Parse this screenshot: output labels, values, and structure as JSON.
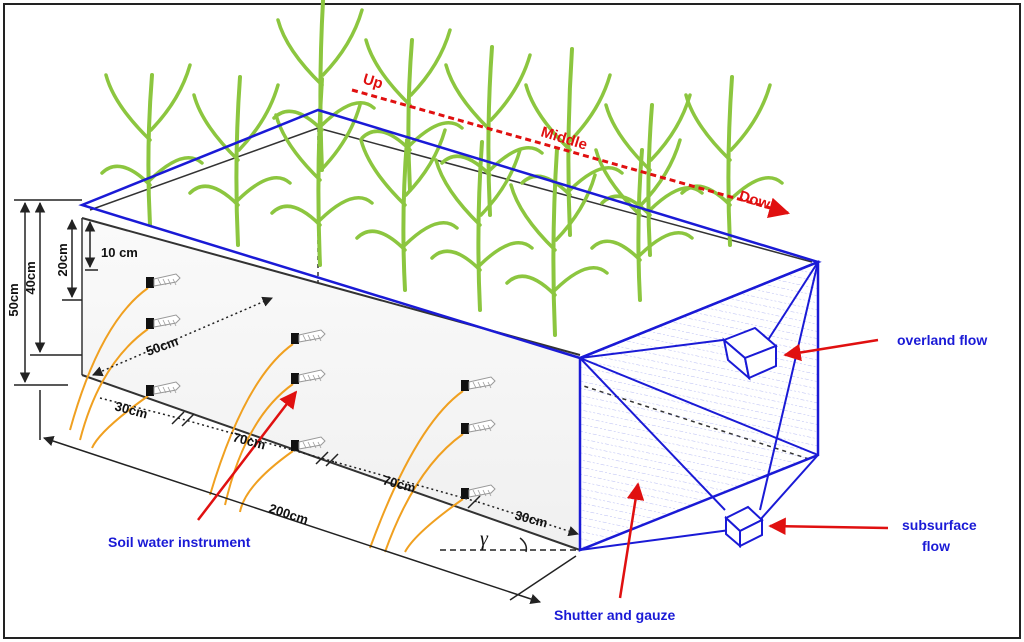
{
  "slope_labels": {
    "up": "Up",
    "middle": "Middle",
    "down": "Down"
  },
  "dimensions": {
    "d50cm": "50cm",
    "d40cm": "40cm",
    "d20cm": "20cm",
    "d10cm": "10 cm",
    "width50cm": "50cm",
    "s30a": "30cm",
    "s70a": "70cm",
    "s70b": "70cm",
    "s30b": "30cm",
    "length": "200cm",
    "gamma": "γ"
  },
  "callouts": {
    "overland": "overland flow",
    "subsurface_line1": "subsurface",
    "subsurface_line2": "flow",
    "soil_water": "Soil water instrument",
    "shutter": "Shutter and gauze"
  },
  "colors": {
    "plant": "#8cc63f",
    "outline_blue": "#1a1ad6",
    "arrow_red": "#e01010",
    "cable_orange": "#f0a020",
    "dimension": "#222222"
  }
}
